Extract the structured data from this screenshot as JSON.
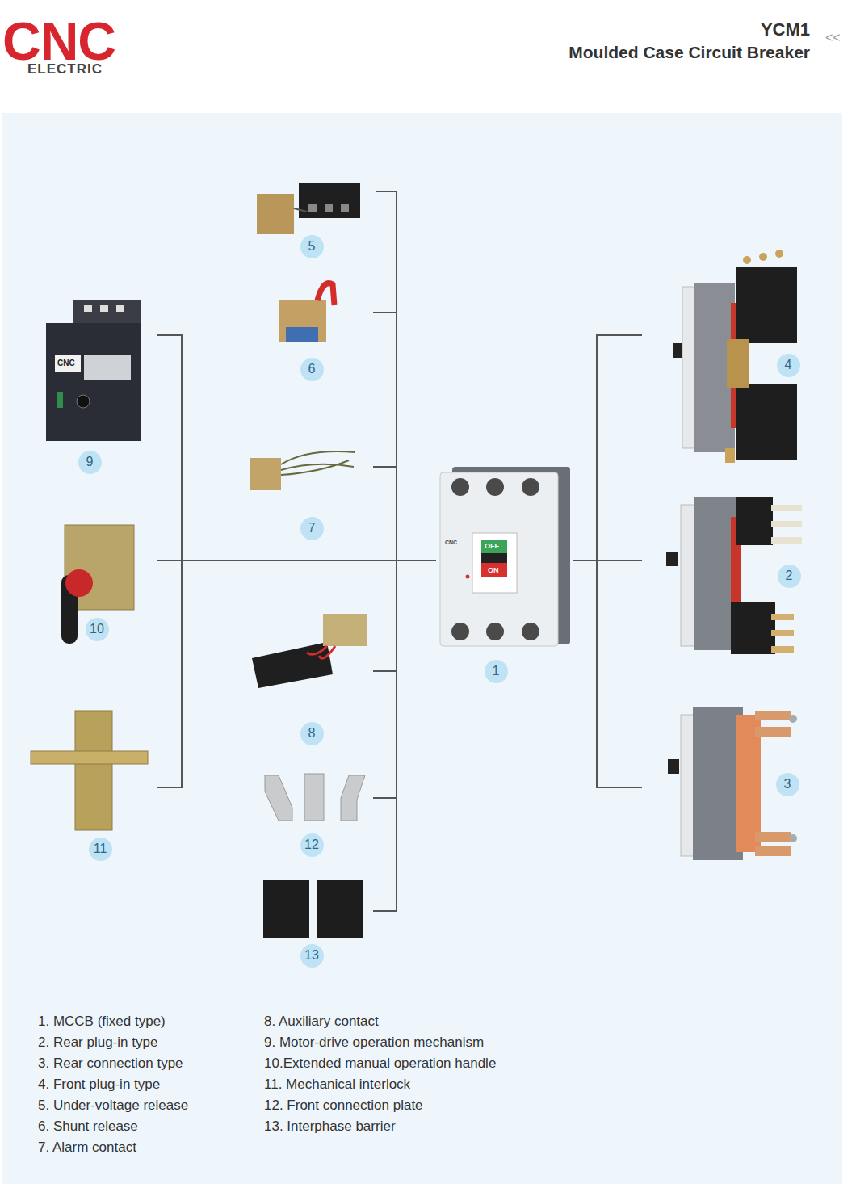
{
  "diagram": {
    "title": "Moulded Case Circuit Breaker",
    "nodes": [
      {
        "text": [
          "1"
        ]
      },
      {
        "text": [
          "2"
        ]
      },
      {
        "text": [
          "3"
        ]
      },
      {
        "text": [
          "4"
        ]
      },
      {
        "text": [
          "5"
        ]
      },
      {
        "text": [
          "6"
        ]
      },
      {
        "text": [
          "7"
        ]
      },
      {
        "text": [
          "8"
        ]
      },
      {
        "text": [
          "9"
        ]
      },
      {
        "text": [
          "10"
        ]
      },
      {
        "text": [
          "11"
        ]
      },
      {
        "text": [
          "12"
        ]
      },
      {
        "text": [
          "13"
        ]
      }
    ],
    "labels": [
      "CNC",
      "ELECTRIC",
      "YCM1",
      "<<",
      "1. MCCB (fixed type)",
      "2. Rear plug-in type",
      "3. Rear connection type",
      "4. Front plug-in type",
      "5. Under-voltage release",
      "6. Shunt release",
      "7. Alarm contact",
      "8. Auxiliary contact",
      "9. Motor-drive operation mechanism",
      "10.Extended manual operation handle",
      "11. Mechanical interlock",
      "12. Front connection plate",
      "13. Interphase barrier",
      "CNC",
      "CNC",
      "OFF",
      "ON"
    ]
  }
}
